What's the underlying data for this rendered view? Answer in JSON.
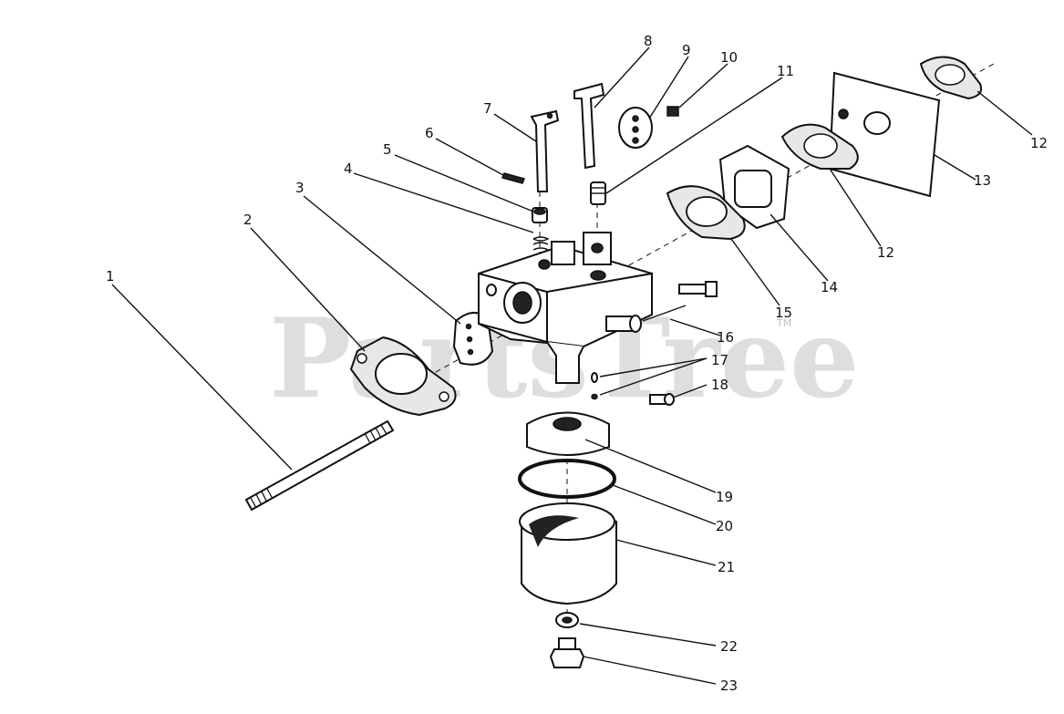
{
  "watermark": {
    "text": "PartsTree",
    "trademark": "TM"
  },
  "callouts": [
    {
      "n": "1"
    },
    {
      "n": "2"
    },
    {
      "n": "3"
    },
    {
      "n": "4"
    },
    {
      "n": "5"
    },
    {
      "n": "6"
    },
    {
      "n": "7"
    },
    {
      "n": "8"
    },
    {
      "n": "9"
    },
    {
      "n": "10"
    },
    {
      "n": "11"
    },
    {
      "n": "12"
    },
    {
      "n": "12"
    },
    {
      "n": "13"
    },
    {
      "n": "14"
    },
    {
      "n": "15"
    },
    {
      "n": "16"
    },
    {
      "n": "17"
    },
    {
      "n": "18"
    },
    {
      "n": "19"
    },
    {
      "n": "20"
    },
    {
      "n": "21"
    },
    {
      "n": "22"
    },
    {
      "n": "23"
    }
  ]
}
